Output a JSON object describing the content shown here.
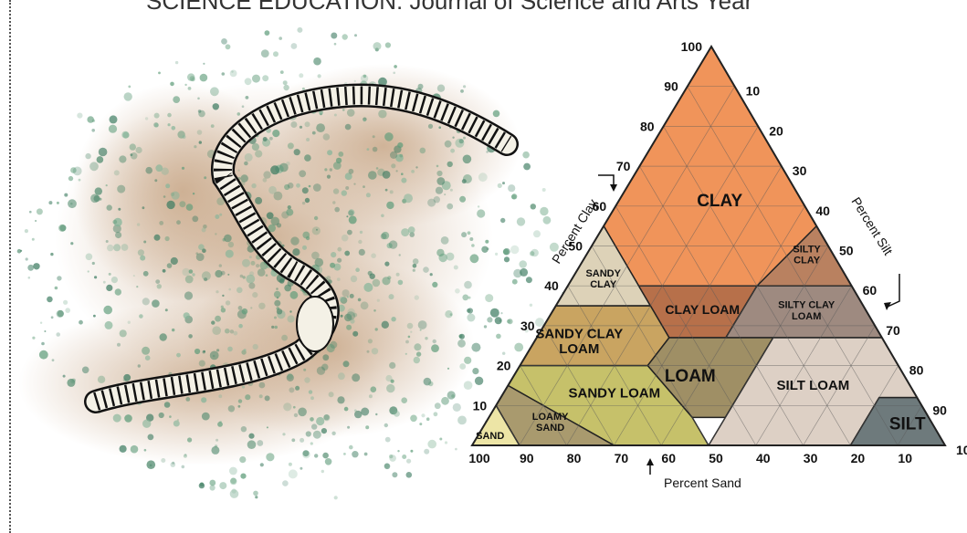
{
  "header": {
    "text": "SCIENCE EDUCATION: Journal of Science and Arts Year"
  },
  "diagram": {
    "axes": {
      "clay": "Percent Clay",
      "silt": "Percent Silt",
      "sand": "Percent Sand"
    },
    "tick_values": [
      "10",
      "20",
      "30",
      "40",
      "50",
      "60",
      "70",
      "80",
      "90",
      "100"
    ],
    "regions": [
      {
        "name": "clay",
        "lines": [
          "CLAY"
        ],
        "color": "#f0945a"
      },
      {
        "name": "silty-clay",
        "lines": [
          "SILTY",
          "CLAY"
        ],
        "color": "#b98160"
      },
      {
        "name": "sandy-clay",
        "lines": [
          "SANDY",
          "CLAY"
        ],
        "color": "#ddd2b8"
      },
      {
        "name": "clay-loam",
        "lines": [
          "CLAY LOAM"
        ],
        "color": "#b7704a"
      },
      {
        "name": "silty-clay-loam",
        "lines": [
          "SILTY CLAY",
          "LOAM"
        ],
        "color": "#9e8a80"
      },
      {
        "name": "sandy-clay-loam",
        "lines": [
          "SANDY CLAY",
          "LOAM"
        ],
        "color": "#c9a461"
      },
      {
        "name": "loam",
        "lines": [
          "LOAM"
        ],
        "color": "#9f8f65"
      },
      {
        "name": "silt-loam",
        "lines": [
          "SILT LOAM"
        ],
        "color": "#ddd0c5"
      },
      {
        "name": "sandy-loam",
        "lines": [
          "SANDY LOAM"
        ],
        "color": "#c6c16a"
      },
      {
        "name": "loamy-sand",
        "lines": [
          "LOAMY",
          "SAND"
        ],
        "color": "#a99a6e"
      },
      {
        "name": "sand",
        "lines": [
          "SAND"
        ],
        "color": "#ede5a6"
      },
      {
        "name": "silt",
        "lines": [
          "SILT"
        ],
        "color": "#6e7a7c"
      }
    ]
  }
}
